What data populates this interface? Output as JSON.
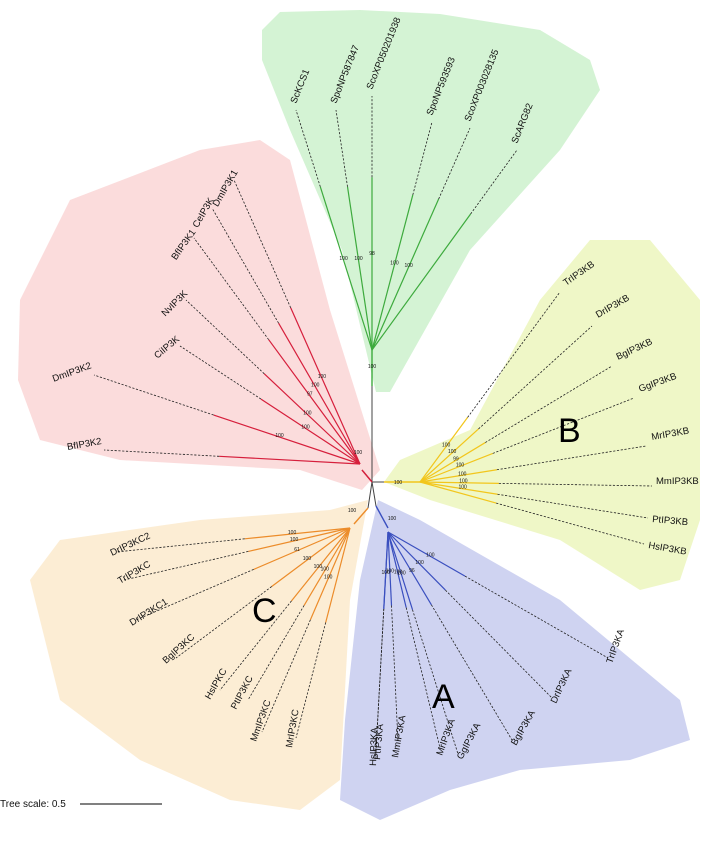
{
  "figure": {
    "scale_label": "Tree scale: 0.5",
    "clades": [
      {
        "letter": "",
        "color": "#d2f2d2",
        "branch": "#3daa3d",
        "leaves": [
          "ScKCS1",
          "SpoNP587847",
          "ScoXP050201938",
          "SpoNP593593",
          "ScoXP003028135",
          "ScARG82"
        ]
      },
      {
        "letter": "",
        "color": "#fbdada",
        "branch": "#d61f3c",
        "leaves": [
          "DmIP3K1",
          "CeIP3K",
          "BfIP3K1",
          "NvIP3K",
          "CiIP3K",
          "DmIP3K2",
          "BfIP3K2"
        ]
      },
      {
        "letter": "B",
        "color": "#eef7c4",
        "branch": "#f2c61c",
        "leaves": [
          "TrIP3KB",
          "DrIP3KB",
          "BgIP3KB",
          "GgIP3KB",
          "MrIP3KB",
          "MmIP3KB",
          "PtIP3KB",
          "HsIP3KB"
        ]
      },
      {
        "letter": "A",
        "color": "#ccd1f0",
        "branch": "#3a4fbf",
        "leaves": [
          "TrIP3KA",
          "DrIP3KA",
          "BgIP3KA",
          "GgIP3KA",
          "MrIP3KA",
          "MmIP3KA",
          "PtIP3KA",
          "HsIP3KA"
        ]
      },
      {
        "letter": "C",
        "color": "#fcecd2",
        "branch": "#ec8c2a",
        "leaves": [
          "DrIP3KC2",
          "TrIP3KC",
          "DrIP3KC1",
          "BgIP3KC",
          "HsIPKC",
          "PtIP3KC",
          "MmIP3KC",
          "MrIP3KC"
        ]
      }
    ],
    "bootstrap_label": "100",
    "bootstrap_alt_labels": [
      "98",
      "97",
      "99",
      "96",
      "61",
      "90",
      "80"
    ]
  }
}
